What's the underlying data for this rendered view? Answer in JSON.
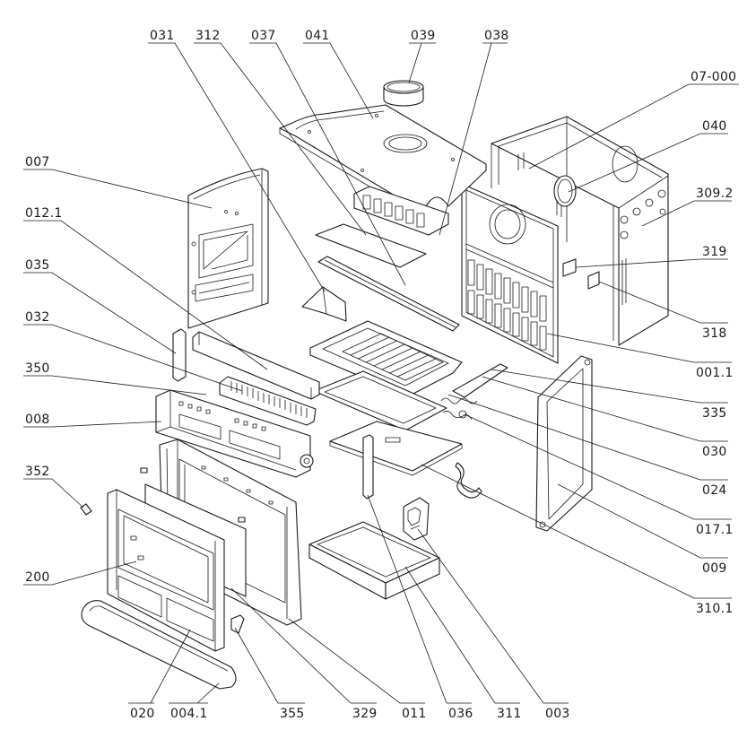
{
  "labels": {
    "top": [
      "031",
      "312",
      "037",
      "041",
      "039",
      "038"
    ],
    "right": [
      "07-000",
      "040",
      "309.2",
      "319",
      "318",
      "001.1",
      "335",
      "030",
      "024",
      "017.1",
      "009",
      "310.1"
    ],
    "left": [
      "007",
      "012.1",
      "035",
      "032",
      "350",
      "008",
      "352",
      "200"
    ],
    "bottom": [
      "020",
      "004.1",
      "355",
      "329",
      "011",
      "036",
      "311",
      "003"
    ]
  },
  "colors": {
    "line": "#1a1a1a",
    "background": "#ffffff"
  }
}
